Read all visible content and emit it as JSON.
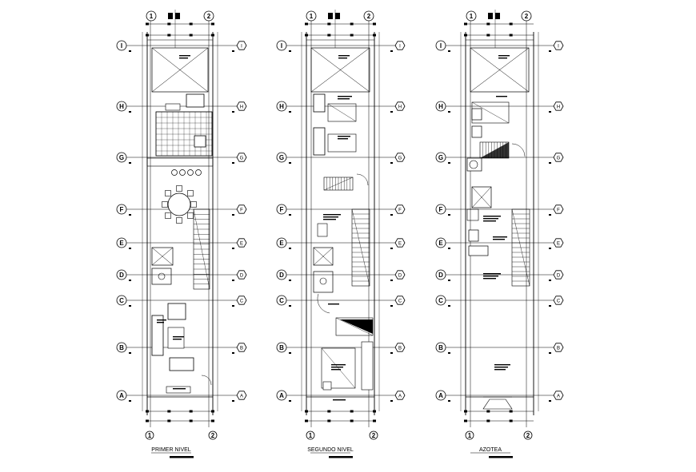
{
  "plans": [
    {
      "id": "primer-nivel",
      "title": "PRIMER NIVEL",
      "top_axes": [
        "1",
        "2"
      ],
      "bottom_axes": [
        "1",
        "2"
      ],
      "row_axes": [
        "I",
        "H",
        "G",
        "F",
        "E",
        "D",
        "C",
        "B",
        "A"
      ]
    },
    {
      "id": "segundo-nivel",
      "title": "SEGUNDO NIVEL",
      "top_axes": [
        "1",
        "2"
      ],
      "bottom_axes": [
        "1",
        "2"
      ],
      "row_axes": [
        "I",
        "H",
        "G",
        "F",
        "E",
        "D",
        "C",
        "B",
        "A"
      ]
    },
    {
      "id": "azotea",
      "title": "AZOTEA",
      "top_axes": [
        "1",
        "2"
      ],
      "bottom_axes": [
        "1",
        "2"
      ],
      "row_axes": [
        "I",
        "H",
        "G",
        "F",
        "E",
        "D",
        "C",
        "B",
        "A"
      ]
    }
  ],
  "colors": {
    "line": "#000000",
    "background": "#ffffff"
  }
}
